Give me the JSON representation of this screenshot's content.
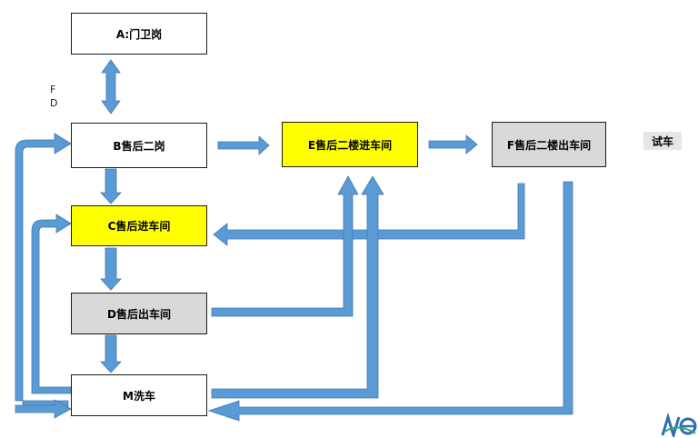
{
  "nodes": {
    "gate": "A:门卫岗",
    "b_post": "B售后二岗",
    "e_upper_in": "E售后二楼进车间",
    "f_upper_out": "F售后二楼出车间",
    "c_in": "C售后进车间",
    "d_out": "D售后出车间",
    "m_wash": "M洗车"
  },
  "side_text": {
    "line1": "F",
    "line2": "D"
  },
  "test_drive": "试车",
  "colors": {
    "arrow": "#5b9bd5",
    "arrow_outline": "#3f78b0",
    "highlight": "#ffff00",
    "gray_box": "#d9d9d9"
  }
}
